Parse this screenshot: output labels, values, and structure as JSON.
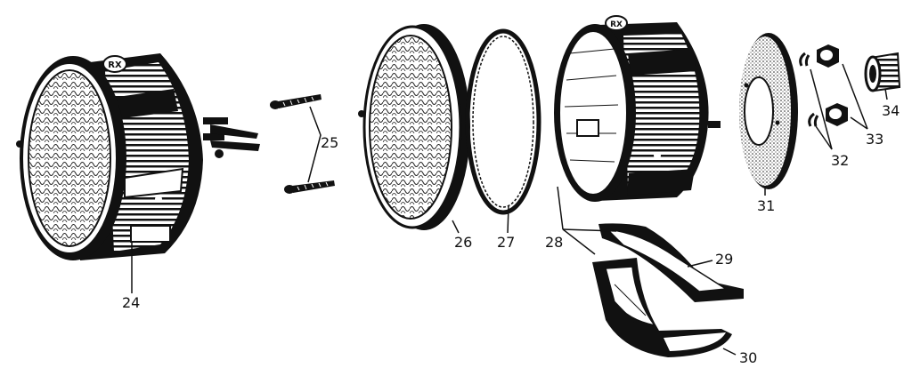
{
  "labels": {
    "p24": "24",
    "p25": "25",
    "p26": "26",
    "p27": "27",
    "p28": "28",
    "p29": "29",
    "p30": "30",
    "p31": "31",
    "p32": "32",
    "p33": "33",
    "p34": "34"
  },
  "logo": {
    "text": "RX"
  },
  "colors": {
    "ink": "#111111",
    "paper": "#ffffff"
  }
}
